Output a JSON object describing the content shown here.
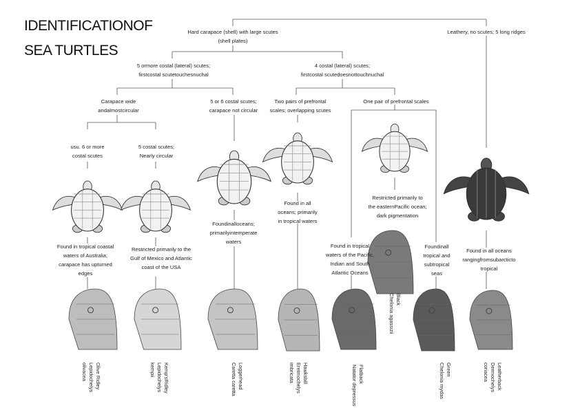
{
  "title": [
    "IDENTIFICATIONOF",
    "SEA TURTLES"
  ],
  "nodes": {
    "hard": [
      "Hard carapace (shell) with large scutes",
      "(shell plates)"
    ],
    "leathery": [
      "Leathery, no scutes; 5 long ridges"
    ],
    "five_or_more": [
      "5 ormore costal (lateral) scutes;",
      "firstcostal scutetouchesnuchal"
    ],
    "four": [
      "4 costal (lateral) scutes;",
      "firstcostal scutedoesnottouchnuchal"
    ],
    "wide": [
      "Carapace wide",
      "andalmostcircular"
    ],
    "five_or_six": [
      "5 or 6 costal scutes;",
      "carapace not circular"
    ],
    "two_pairs": [
      "Two pairs of prefrontal",
      "scales; overlapping scutes"
    ],
    "one_pair": [
      "One pair of prefrontal scales"
    ],
    "six_more": [
      "usu. 6 or more",
      "costal scutes"
    ],
    "five_circ": [
      "5 costal scutes;",
      "Nearly circular"
    ]
  },
  "ranges": {
    "olive": [
      "Found in tropical coastal",
      "waters of Australia;",
      "carapace has upturned",
      "edges"
    ],
    "kemp": [
      "Restricted primarily to the",
      "Gulf of Mexico and Atlantic",
      "coast of the USA"
    ],
    "logger": [
      "Foundinalloceans;",
      "primarilyintemperate",
      "waters"
    ],
    "hawks": [
      "Found in all",
      "oceans; primarily",
      "in tropical waters"
    ],
    "black": [
      "Restricted primarily to",
      "the easternPacific ocean;",
      "dark pigmentation"
    ],
    "flat": [
      "Found in tropical",
      "waters of the Pacific,",
      "Indian and South",
      "Atlantic Oceans"
    ],
    "green": [
      "Foundinall",
      "tropical and",
      "subtropical",
      "seas"
    ],
    "leather": [
      "Found in all oceans",
      "rangingfromsubarcticto",
      "tropical"
    ]
  },
  "species": {
    "olive": [
      "Olive Ridley",
      "Lepidochelys",
      "olivacea"
    ],
    "kemp": [
      "Kemp'sRidley",
      "Lepidochelys",
      "kempii"
    ],
    "logger": [
      "Loggerhead",
      "Caretta caretta"
    ],
    "hawks": [
      "Hawksbill",
      "Eretmochelys",
      "imbricata"
    ],
    "flat": [
      "Flatback",
      "Natator depressus"
    ],
    "black": [
      "Black",
      "Chelonia agassizii"
    ],
    "green": [
      "Green",
      "Chelonia mydas"
    ],
    "leather": [
      "Leatherback",
      "Dermochelys",
      "coriacea"
    ]
  }
}
